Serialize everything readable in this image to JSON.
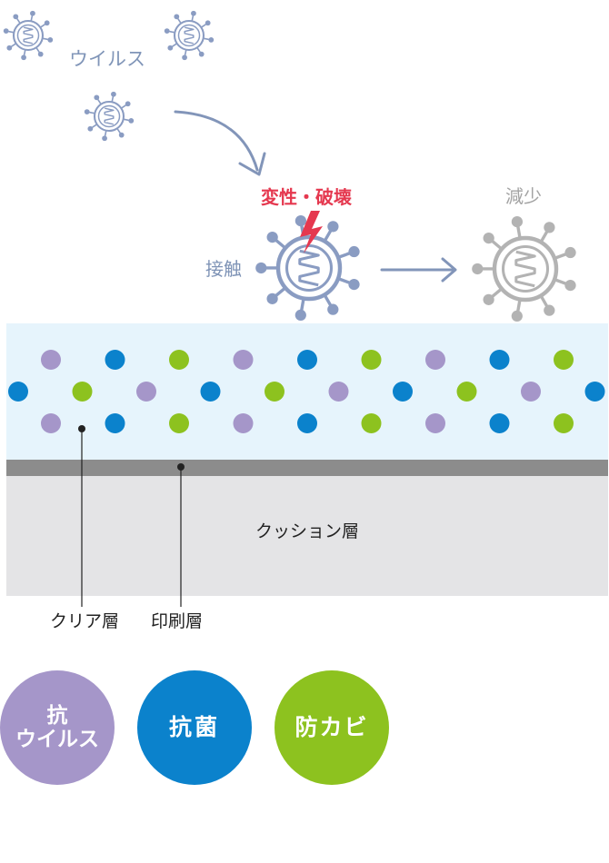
{
  "labels": {
    "virus": "ウイルス",
    "contact": "接触",
    "destroy": "変性・破壊",
    "reduce": "減少",
    "cushion_layer": "クッション層",
    "clear_layer": "クリア層",
    "print_layer": "印刷層"
  },
  "badges": {
    "antivirus_line1": "抗",
    "antivirus_line2": "ウイルス",
    "antibacterial": "抗菌",
    "antimold": "防カビ"
  },
  "colors": {
    "virus": "#8a9cc2",
    "virus_reduced": "#b3b3b3",
    "arrow": "#8295b9",
    "lightning": "#e5384f",
    "clear_layer": "#e6f4fc",
    "print_layer": "#8c8c8c",
    "cushion_layer": "#e4e4e6",
    "antivirus": "#a596c9",
    "antibacterial": "#0b82cc",
    "antimold": "#8dc21f"
  },
  "icons": [
    "virus-icon",
    "lightning-icon",
    "arrow-icon"
  ]
}
